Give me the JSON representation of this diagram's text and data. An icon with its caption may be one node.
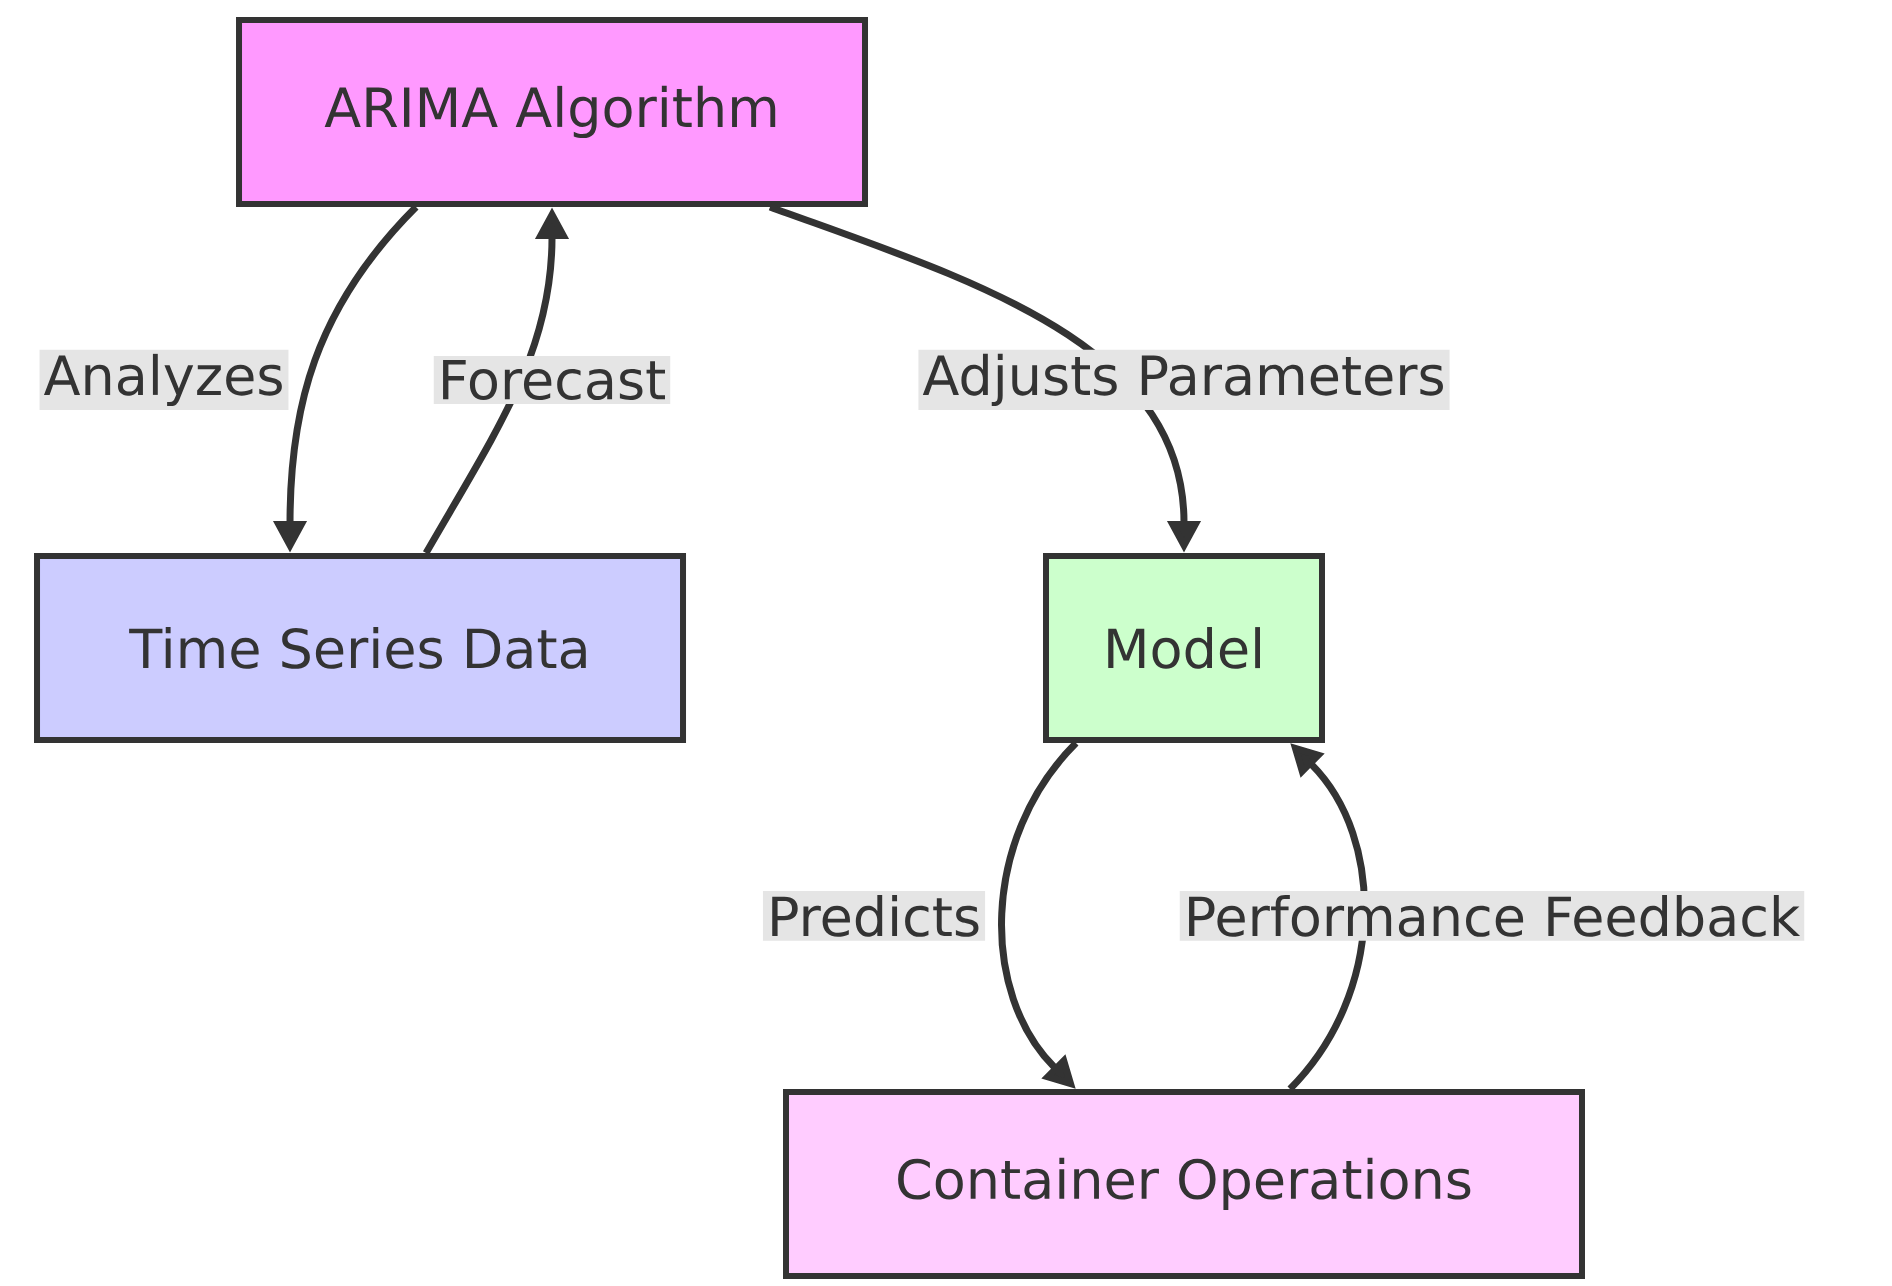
{
  "diagram": {
    "nodes": [
      {
        "text": [
          "ARIMA Algorithm"
        ]
      },
      {
        "text": [
          "Time Series Data"
        ]
      },
      {
        "text": [
          "Model"
        ]
      },
      {
        "text": [
          "Container Operations"
        ]
      }
    ],
    "edges": [
      {
        "from": 0,
        "to": 1,
        "arrow": "to",
        "label": "Analyzes"
      },
      {
        "from": 1,
        "to": 0,
        "arrow": "to",
        "label": "Forecast"
      },
      {
        "from": 0,
        "to": 2,
        "arrow": "to",
        "label": "Adjusts Parameters"
      },
      {
        "from": 2,
        "to": 3,
        "arrow": "to",
        "label": "Predicts"
      },
      {
        "from": 3,
        "to": 2,
        "arrow": "to",
        "label": "Performance Feedback"
      }
    ]
  }
}
